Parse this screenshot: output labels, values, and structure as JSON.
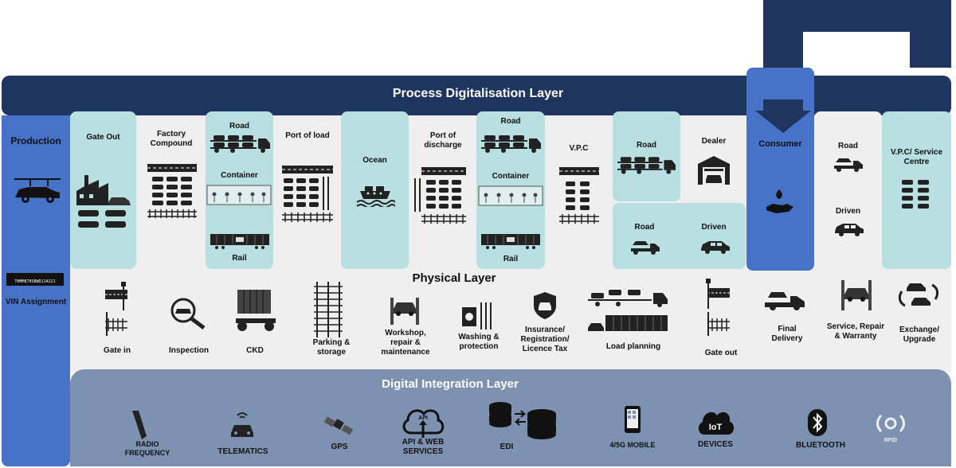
{
  "titles": {
    "process_layer": "Process Digitalisation Layer",
    "physical_layer": "Physical Layer",
    "digital_layer": "Digital Integration Layer"
  },
  "production": {
    "label": "Production",
    "vin_label": "VIN Assignment",
    "barcode_text": "THMM870SBWD114221"
  },
  "consumer": {
    "label": "Consumer"
  },
  "stages": {
    "gate_out": "Gate Out",
    "factory_compound": "Factory\nCompound",
    "road_1": "Road",
    "container_1": "Container",
    "rail_1": "Rail",
    "port_of_load": "Port of load",
    "ocean": "Ocean",
    "port_of_discharge": "Port of\ndischarge",
    "road_2": "Road",
    "container_2": "Container",
    "rail_2": "Rail",
    "vpc": "V.P.C",
    "road_3": "Road",
    "dealer": "Dealer",
    "road_4": "Road",
    "driven_1": "Driven",
    "road_5": "Road",
    "driven_2": "Driven",
    "vpc_service": "V.P.C/ Service\nCentre"
  },
  "physical_items": {
    "gate_in": "Gate in",
    "inspection": "Inspection",
    "ckd": "CKD",
    "parking": "Parking &\nstorage",
    "workshop": "Workshop,\nrepair &\nmaintenance",
    "washing": "Washing &\nprotection",
    "insurance": "Insurance/\nRegistration/\nLicence Tax",
    "load_planning": "Load planning",
    "gate_out": "Gate out",
    "final_delivery": "Final\nDelivery",
    "service_repair": "Service, Repair\n& Warranty",
    "exchange": "Exchange/\nUpgrade"
  },
  "digital_items": {
    "radio": "RADIO\nFREQUENCY",
    "telematics": "TELEMATICS",
    "gps": "GPS",
    "api": "API & WEB\nSERVICES",
    "api_icon_text": "API",
    "edi": "EDI",
    "mobile": "4/5G MOBILE",
    "devices": "DEVICES",
    "iot_text": "IoT",
    "bluetooth": "BLUETOOTH",
    "rfid": "RFID"
  },
  "colors": {
    "navy": "#1e3560",
    "blue": "#4672c8",
    "teal": "#b9e0e0",
    "light_grey": "#efefef",
    "slate": "#7d91b1"
  }
}
